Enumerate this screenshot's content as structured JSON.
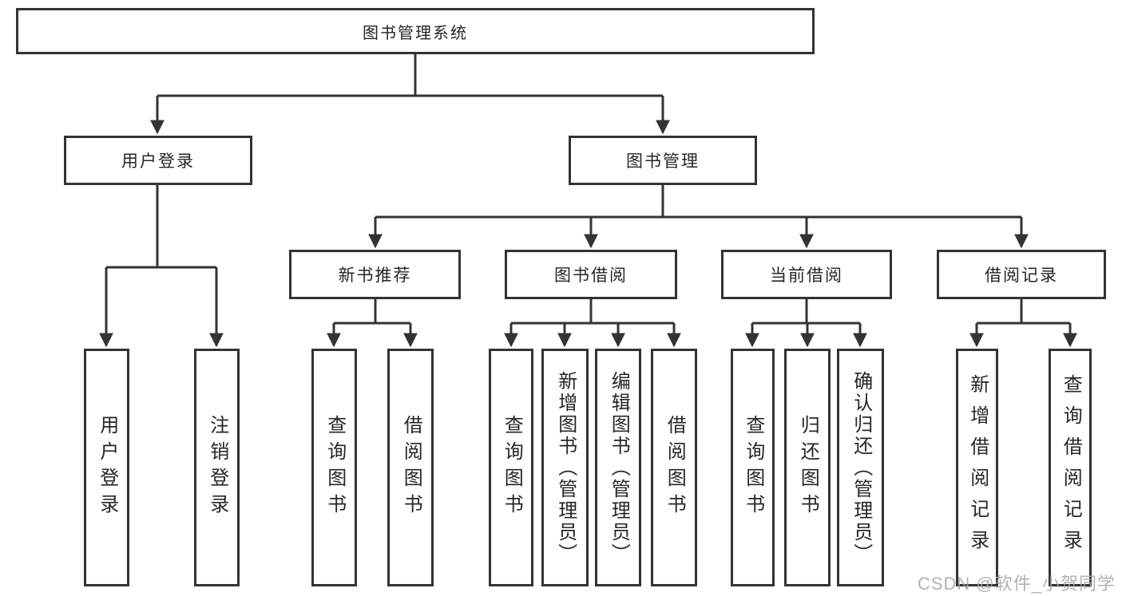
{
  "colors": {
    "line": "#333333",
    "box_border": "#333333",
    "text": "#262626",
    "background": "#ffffff",
    "watermark": "#a5a5a5"
  },
  "watermark": {
    "text": "CSDN @软件_小贺同学"
  },
  "tree": {
    "root": "图书管理系统",
    "branches": [
      {
        "label": "用户登录",
        "children": [
          "用户登录",
          "注销登录"
        ]
      },
      {
        "label": "图书管理",
        "groups": [
          {
            "label": "新书推荐",
            "children": [
              "查询图书",
              "借阅图书"
            ]
          },
          {
            "label": "图书借阅",
            "children": [
              "查询图书",
              "新增图书（管理员）",
              "编辑图书（管理员）",
              "借阅图书"
            ]
          },
          {
            "label": "当前借阅",
            "children": [
              "查询图书",
              "归还图书",
              "确认归还（管理员）"
            ]
          },
          {
            "label": "借阅记录",
            "children": [
              "新增借阅记录",
              "查询借阅记录"
            ]
          }
        ]
      }
    ]
  }
}
